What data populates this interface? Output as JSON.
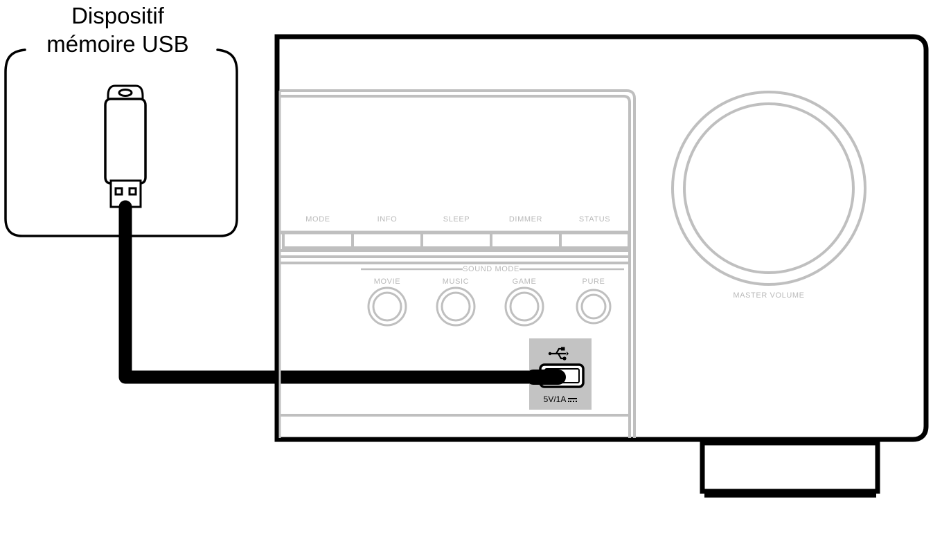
{
  "diagram": {
    "title": "Dispositif mémoire USB",
    "device_label_line1": "Dispositif",
    "device_label_line2": "mémoire USB",
    "device_icon": "usb-flash-drive",
    "cable_color": "#000000",
    "receiver": {
      "body_outline_color": "#000000",
      "panel_line_color": "#bfbfbf",
      "transport_buttons": [
        {
          "label": "MODE"
        },
        {
          "label": "INFO"
        },
        {
          "label": "SLEEP"
        },
        {
          "label": "DIMMER"
        },
        {
          "label": "STATUS"
        }
      ],
      "sound_mode": {
        "section_label": "SOUND MODE",
        "buttons": [
          {
            "label": "MOVIE"
          },
          {
            "label": "MUSIC"
          },
          {
            "label": "GAME"
          },
          {
            "label": "PURE"
          }
        ]
      },
      "volume_knob": {
        "label": "MASTER VOLUME"
      },
      "usb_port": {
        "icon": "usb-trident-icon",
        "rating": "5V/1A",
        "rating_symbol": "DC",
        "panel_color": "#c3c3c3"
      }
    }
  }
}
